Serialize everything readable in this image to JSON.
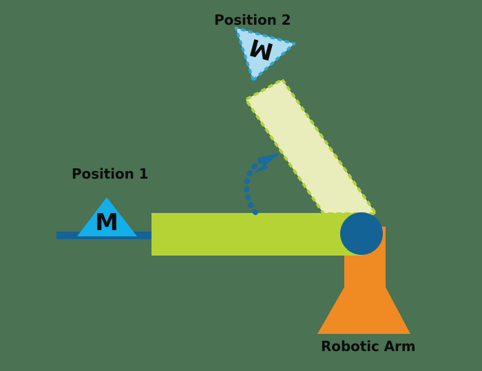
{
  "diagram": {
    "title_absent": true,
    "background_color": "#4a7253",
    "labels": {
      "position_1": "Position 1",
      "position_2": "Position 2",
      "robotic_arm": "Robotic Arm"
    },
    "payload": {
      "letter": "M",
      "position_1_letter": "M",
      "position_2_letter": "M"
    },
    "colors": {
      "background": "#4a7253",
      "arm_current": "#b5d334",
      "arm_ghost_fill": "#e8edbb",
      "arm_ghost_stroke": "#b5d334",
      "joint": "#146396",
      "base": "#f08a22",
      "payload_solid": "#14aee8",
      "payload_ghost_fill": "#aedcf0",
      "payload_ghost_stroke": "#29a8e0",
      "conveyor": "#146396",
      "arrow": "#1a6ba0",
      "text": "#0d0d0d"
    },
    "elements": [
      {
        "name": "conveyor-bar",
        "type": "rect",
        "color": "#146396"
      },
      {
        "name": "payload-position-1",
        "type": "triangle",
        "state": "solid",
        "label": "M"
      },
      {
        "name": "payload-position-2",
        "type": "triangle",
        "state": "ghost-dashed",
        "label": "M"
      },
      {
        "name": "arm-current",
        "type": "rect",
        "state": "solid"
      },
      {
        "name": "arm-rotated-ghost",
        "type": "rect",
        "state": "ghost-dashed"
      },
      {
        "name": "rotation-arrow",
        "type": "dotted-arc-arrow"
      },
      {
        "name": "joint-pivot",
        "type": "circle"
      },
      {
        "name": "robot-base",
        "type": "trapezoid"
      }
    ]
  }
}
